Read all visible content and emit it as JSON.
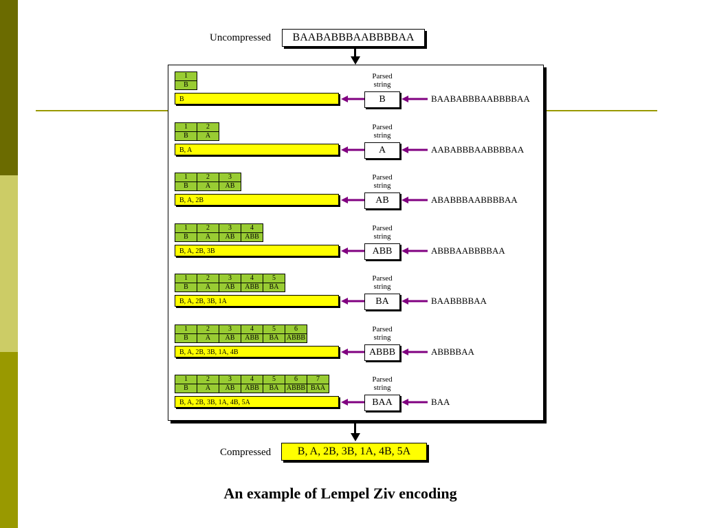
{
  "header": {
    "uncompressed_label": "Uncompressed",
    "uncompressed_value": "BAABABBBAABBBBAA"
  },
  "footer": {
    "compressed_label": "Compressed",
    "compressed_value": "B, A, 2B, 3B, 1A, 4B, 5A"
  },
  "parsed_label_line1": "Parsed",
  "parsed_label_line2": "string",
  "steps": [
    {
      "indices": [
        "1"
      ],
      "entries": [
        "B"
      ],
      "output": "B",
      "parsed": "B",
      "remaining": "BAABABBBAABBBBAA"
    },
    {
      "indices": [
        "1",
        "2"
      ],
      "entries": [
        "B",
        "A"
      ],
      "output": "B, A",
      "parsed": "A",
      "remaining": "AABABBBAABBBBAA"
    },
    {
      "indices": [
        "1",
        "2",
        "3"
      ],
      "entries": [
        "B",
        "A",
        "AB"
      ],
      "output": "B, A, 2B",
      "parsed": "AB",
      "remaining": "ABABBBAABBBBAA"
    },
    {
      "indices": [
        "1",
        "2",
        "3",
        "4"
      ],
      "entries": [
        "B",
        "A",
        "AB",
        "ABB"
      ],
      "output": "B, A, 2B, 3B",
      "parsed": "ABB",
      "remaining": "ABBBAABBBBAA"
    },
    {
      "indices": [
        "1",
        "2",
        "3",
        "4",
        "5"
      ],
      "entries": [
        "B",
        "A",
        "AB",
        "ABB",
        "BA"
      ],
      "output": "B, A, 2B, 3B, 1A",
      "parsed": "BA",
      "remaining": "BAABBBBAA"
    },
    {
      "indices": [
        "1",
        "2",
        "3",
        "4",
        "5",
        "6"
      ],
      "entries": [
        "B",
        "A",
        "AB",
        "ABB",
        "BA",
        "ABBB"
      ],
      "output": "B, A, 2B, 3B, 1A, 4B",
      "parsed": "ABBB",
      "remaining": "ABBBBAA"
    },
    {
      "indices": [
        "1",
        "2",
        "3",
        "4",
        "5",
        "6",
        "7"
      ],
      "entries": [
        "B",
        "A",
        "AB",
        "ABB",
        "BA",
        "ABBB",
        "BAA"
      ],
      "output": "B, A, 2B, 3B, 1A, 4B, 5A",
      "parsed": "BAA",
      "remaining": "BAA"
    }
  ],
  "caption": "An example of  Lempel Ziv encoding",
  "colors": {
    "table_green": "#99cc33",
    "bar_yellow": "#ffff00",
    "arrow_purple": "#800080",
    "band_dark_olive": "#6b6b00",
    "band_light_olive": "#cccc66",
    "band_olive": "#999900"
  }
}
